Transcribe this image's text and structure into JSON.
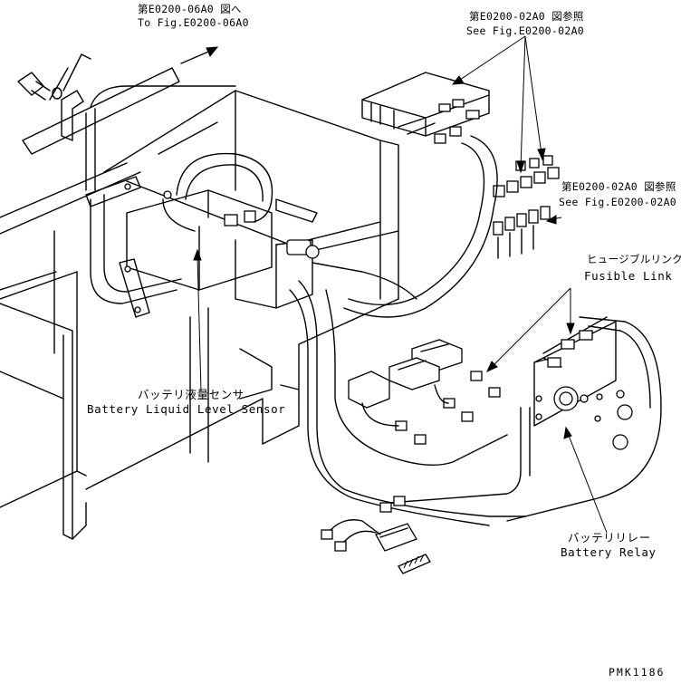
{
  "labels": {
    "ref_top_jp": "第E0200-06A0 図へ",
    "ref_top_en": "To Fig.E0200-06A0",
    "ref_a_jp": "第E0200-02A0 図参照",
    "ref_a_en": "See Fig.E0200-02A0",
    "ref_b_jp": "第E0200-02A0 図参照",
    "ref_b_en": "See Fig.E0200-02A0",
    "fusible_jp": "ヒュージブルリンク",
    "fusible_en": "Fusible Link",
    "sensor_jp": "バッテリ液量センサ",
    "sensor_en": "Battery Liquid Level Sensor",
    "relay_jp": "バッテリリレー",
    "relay_en": "Battery Relay",
    "figure_code": "PMK1186"
  }
}
